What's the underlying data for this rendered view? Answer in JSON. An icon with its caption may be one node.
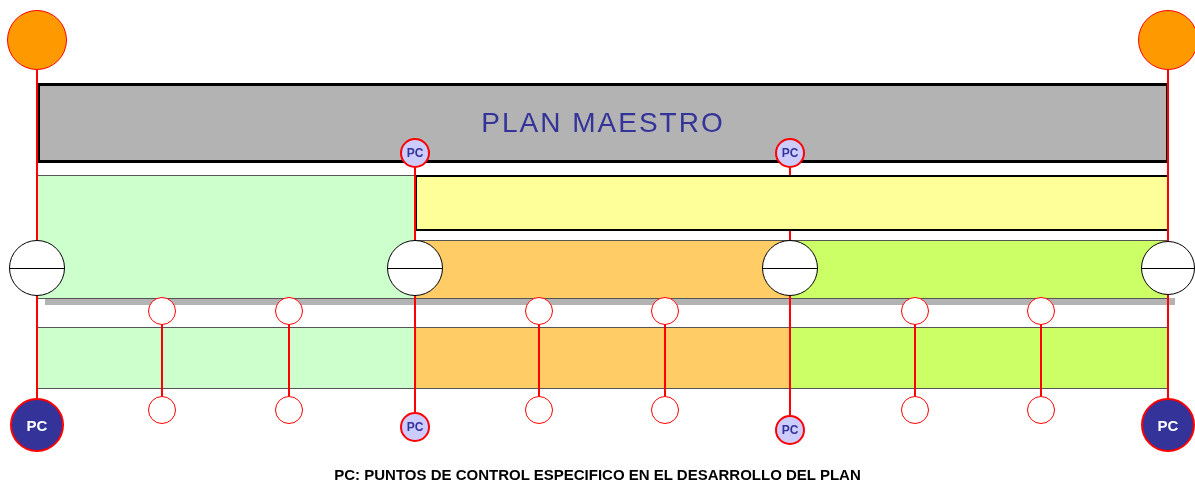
{
  "diagram": {
    "caption": "PC: PUNTOS DE CONTROL ESPECIFICO EN EL DESARROLLO DEL PLAN",
    "nodes": [
      {
        "text": [],
        "shape": "circle"
      },
      {
        "text": [],
        "shape": "circle"
      },
      {
        "text": [
          "PLAN MAESTRO"
        ]
      },
      {
        "text": [
          "PC"
        ]
      },
      {
        "text": [
          "PC"
        ]
      },
      {
        "text": [],
        "shape": "box"
      },
      {
        "text": [],
        "shape": "box"
      },
      {
        "text": [],
        "shape": "box"
      },
      {
        "text": [],
        "shape": "box"
      },
      {
        "text": [],
        "shape": "circle"
      },
      {
        "text": [],
        "shape": "circle"
      },
      {
        "text": [],
        "shape": "circle"
      },
      {
        "text": [],
        "shape": "circle"
      },
      {
        "text": [],
        "shape": "box"
      },
      {
        "text": [],
        "shape": "box"
      },
      {
        "text": [],
        "shape": "box"
      },
      {
        "text": [],
        "shape": "box"
      },
      {
        "text": [],
        "shape": "box"
      },
      {
        "text": [],
        "shape": "box"
      },
      {
        "text": [],
        "shape": "box"
      },
      {
        "text": [],
        "shape": "box"
      },
      {
        "text": [],
        "shape": "box"
      },
      {
        "text": [],
        "shape": "circle"
      },
      {
        "text": [],
        "shape": "circle"
      },
      {
        "text": [],
        "shape": "circle"
      },
      {
        "text": [],
        "shape": "circle"
      },
      {
        "text": [],
        "shape": "circle"
      },
      {
        "text": [],
        "shape": "circle"
      },
      {
        "text": [],
        "shape": "circle"
      },
      {
        "text": [],
        "shape": "circle"
      },
      {
        "text": [],
        "shape": "circle"
      },
      {
        "text": [],
        "shape": "circle"
      },
      {
        "text": [],
        "shape": "circle"
      },
      {
        "text": [],
        "shape": "circle"
      },
      {
        "text": [
          "PC"
        ]
      },
      {
        "text": [
          "PC"
        ]
      },
      {
        "text": [
          "PC"
        ]
      },
      {
        "text": [
          "PC"
        ]
      }
    ],
    "edges": [
      {
        "from": 0,
        "to": 9,
        "arrow": "none"
      },
      {
        "from": 9,
        "to": 34,
        "arrow": "none"
      },
      {
        "from": 3,
        "to": 10,
        "arrow": "none"
      },
      {
        "from": 10,
        "to": 35,
        "arrow": "none"
      },
      {
        "from": 4,
        "to": 6,
        "arrow": "none"
      },
      {
        "from": 6,
        "to": 11,
        "arrow": "none"
      },
      {
        "from": 11,
        "to": 36,
        "arrow": "none"
      },
      {
        "from": 1,
        "to": 12,
        "arrow": "none"
      },
      {
        "from": 12,
        "to": 37,
        "arrow": "none"
      },
      {
        "from": 22,
        "to": 28,
        "arrow": "none"
      },
      {
        "from": 23,
        "to": 29,
        "arrow": "none"
      },
      {
        "from": 24,
        "to": 30,
        "arrow": "none"
      },
      {
        "from": 25,
        "to": 31,
        "arrow": "none"
      },
      {
        "from": 26,
        "to": 32,
        "arrow": "none"
      },
      {
        "from": 27,
        "to": 33,
        "arrow": "none"
      }
    ]
  }
}
